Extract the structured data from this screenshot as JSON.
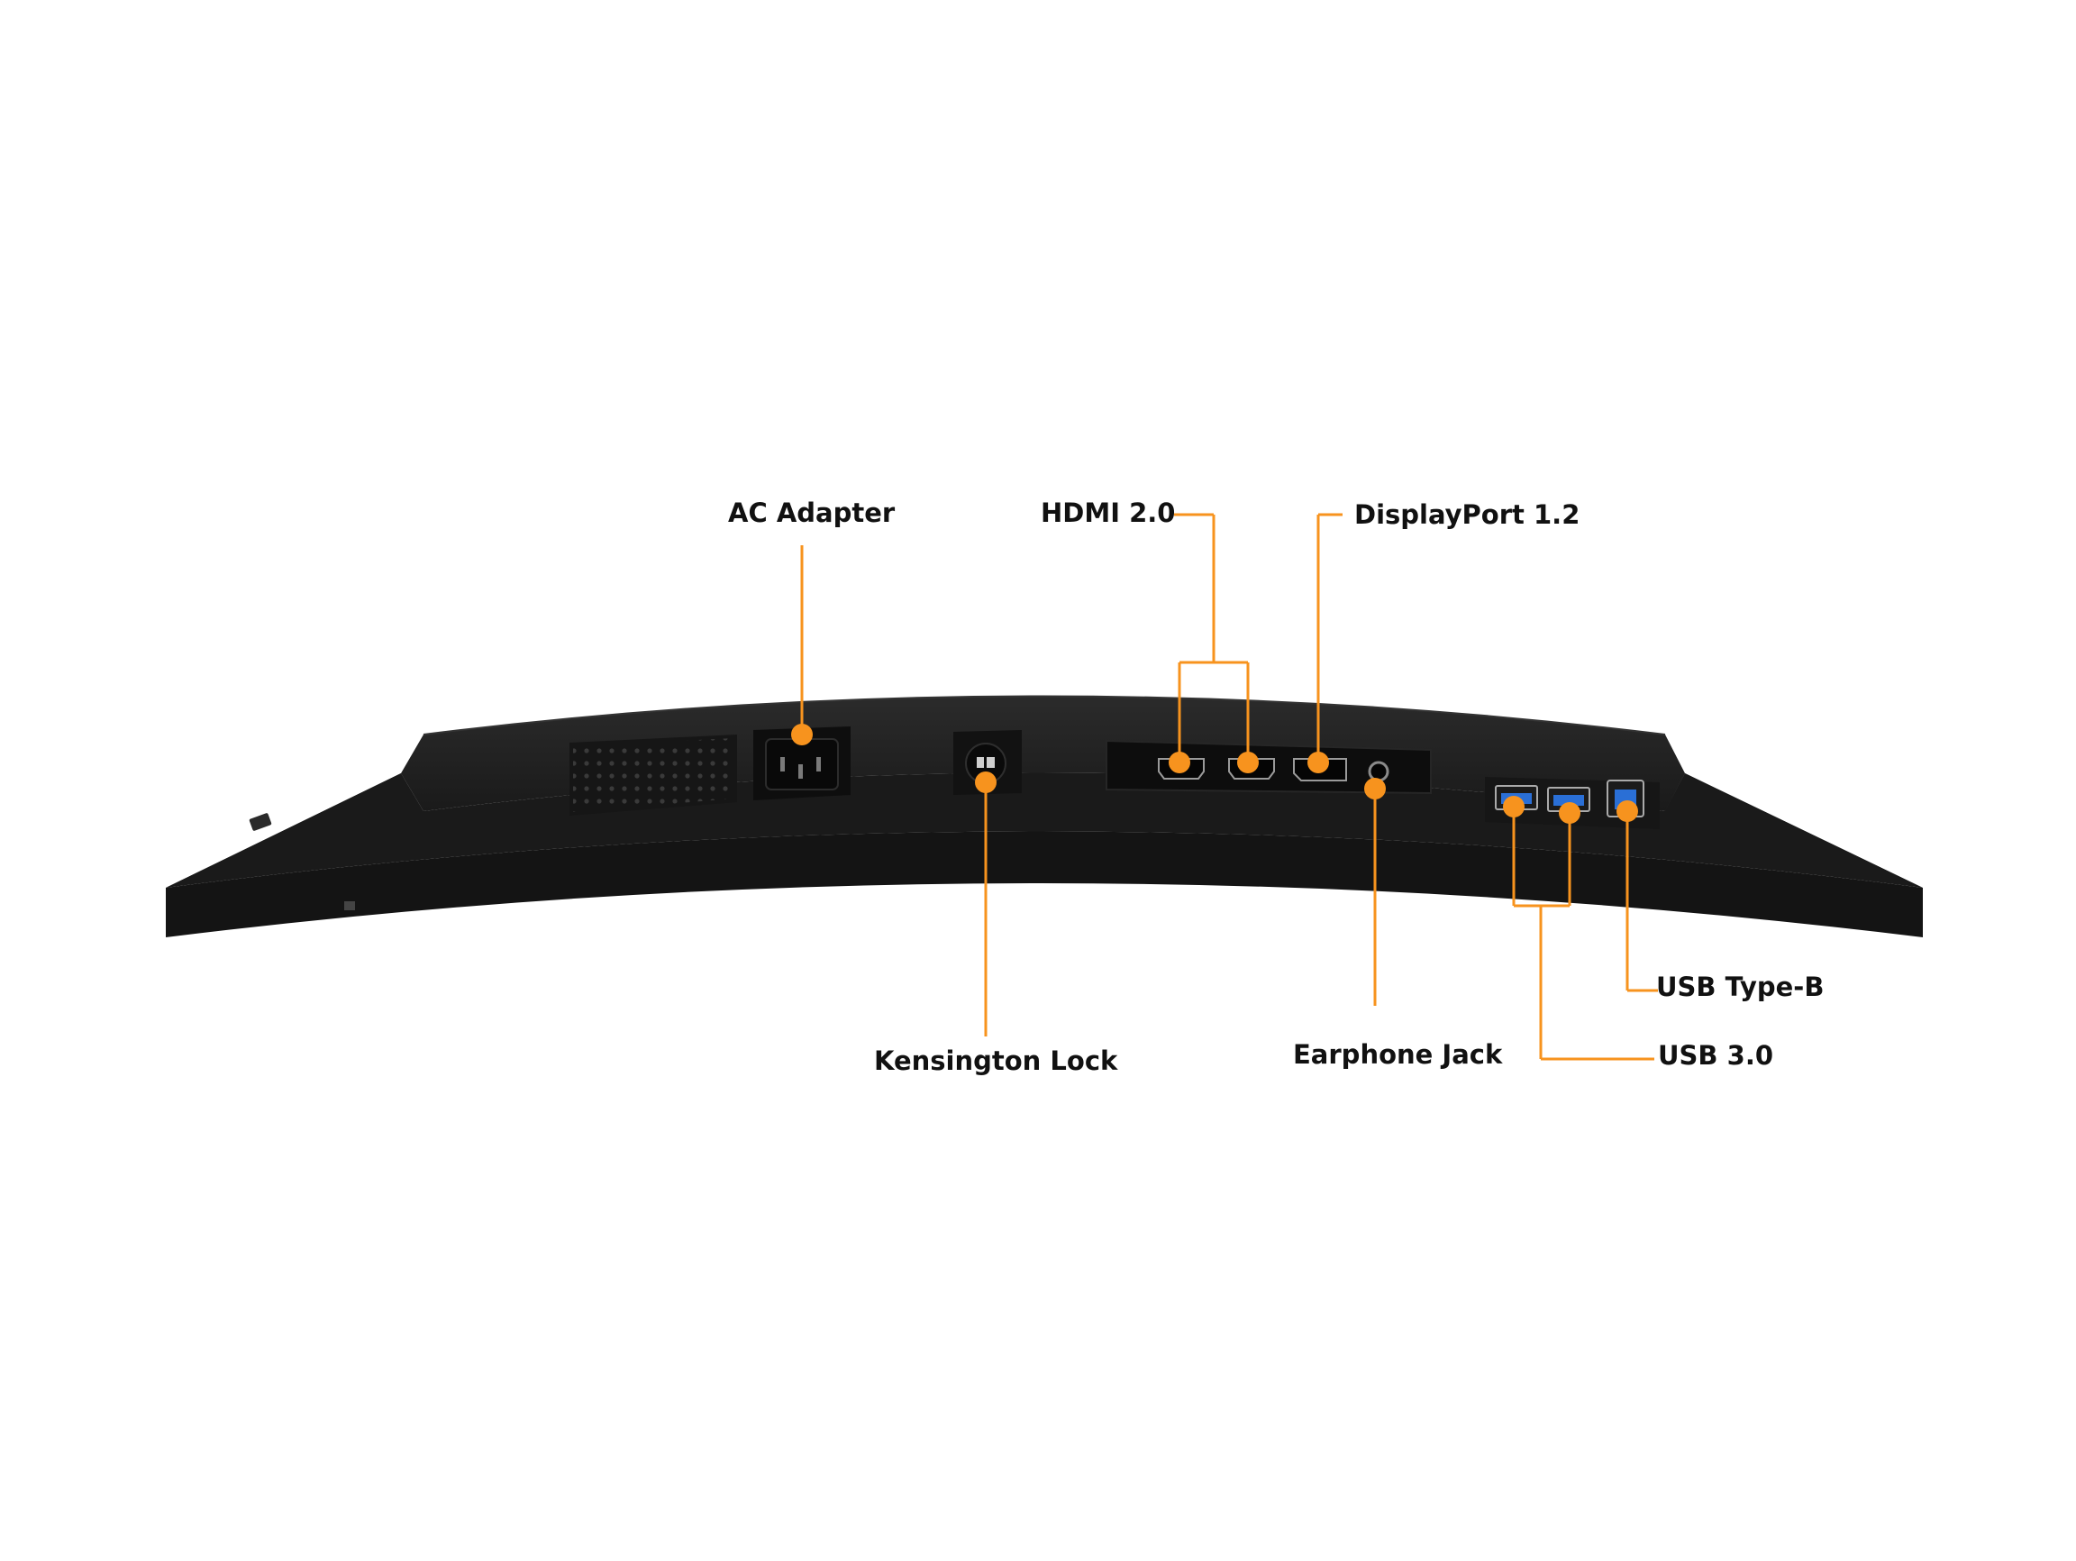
{
  "colors": {
    "background": "#ffffff",
    "monitor_body": "#1c1c1c",
    "monitor_face": "#262626",
    "monitor_edge": "#0f0f0f",
    "port_panel": "#111111",
    "callout_orange": "#f7931e",
    "usb_blue": "#2a6fd6",
    "label_text": "#111111"
  },
  "callouts": {
    "ac_adapter": "AC Adapter",
    "hdmi": "HDMI 2.0",
    "displayport": "DisplayPort 1.2",
    "kensington_lock": "Kensington Lock",
    "earphone_jack": "Earphone Jack",
    "usb_type_b": "USB Type-B",
    "usb_3": "USB 3.0"
  }
}
